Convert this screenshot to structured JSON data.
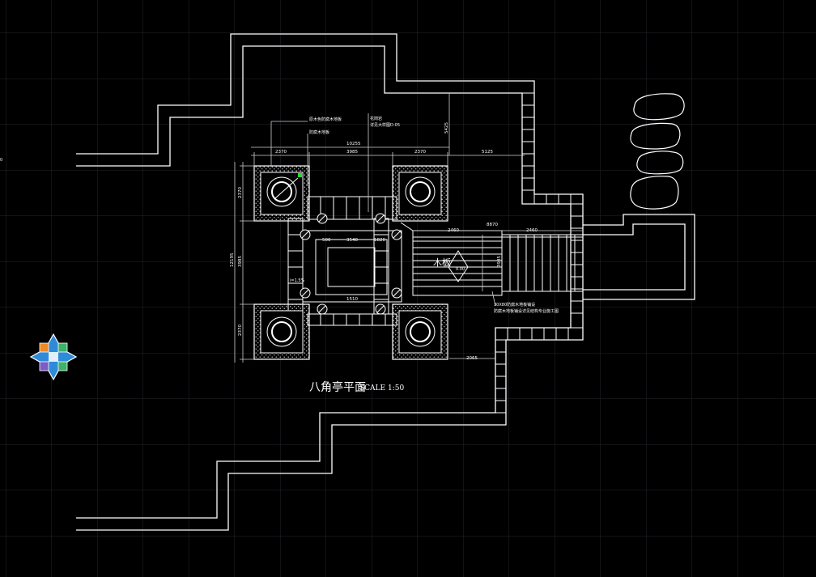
{
  "title": {
    "main": "八角亭平面",
    "scale": "SCALE 1:50"
  },
  "labels": {
    "deck": "木板",
    "elev_mark": "0.00"
  },
  "dimensions": {
    "top_a": "2370",
    "top_b": "3985",
    "top_c": "2370",
    "top_right": "5125",
    "top_total": "10255",
    "left_a": "2370",
    "left_b": "3985",
    "left_c": "2370",
    "left_total": "12195",
    "inner_width": "3540",
    "deck_a": "2460",
    "deck_b": "2460",
    "deck_total": "8870",
    "bottom_right": "2065",
    "side_small": "1510",
    "offset_a": "500",
    "offset_b": "1820",
    "vertical_top": "5425",
    "deck_height": "3985"
  },
  "notes": {
    "note1": "原木色防腐木地板",
    "note2": "防腐木地板",
    "note3": "花岗岩",
    "note4": "详见大样图D-05",
    "deck_note1": "30X80防腐木地板铺设",
    "deck_note2": "防腐木地板铺设详见结构专业施工图",
    "slope": "i=1.5%",
    "edge_mark": "0"
  },
  "colors": {
    "background": "#000000",
    "grid": "#23262d",
    "linework": "#ffffff",
    "dimension": "#cfcfcf",
    "marker": "#2bd92b",
    "logo_blue": "#2f8bd8",
    "logo_green": "#3fb26a",
    "logo_orange": "#f08a24",
    "logo_purple": "#7b5cc9"
  },
  "icons": {
    "logo": "autocad-logo-icon"
  }
}
